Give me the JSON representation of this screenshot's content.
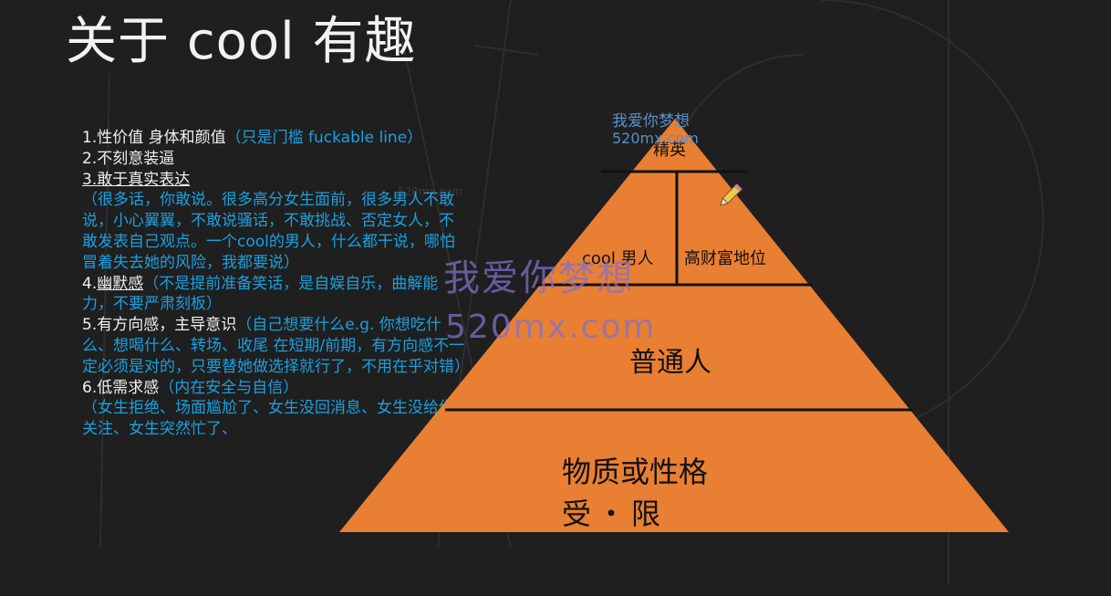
{
  "slide": {
    "title_prefix": "关于 ",
    "title_latin": "cool",
    "title_suffix": " 有趣"
  },
  "list": {
    "item1_label": "1.性价值 身体和颜值",
    "item1_note": "（只是门槛 fuckable line）",
    "item2_label": "2.不刻意装逼",
    "item3_label": "3.敢于真实表达",
    "item3_note": "（很多话，你敢说。很多高分女生面前，很多男人不敢说，小心翼翼，不敢说骚话，不敢挑战、否定女人，不敢发表自己观点。一个cool的男人，什么都干说，哪怕冒着失去她的风险，我都要说）",
    "item4_num": "4.",
    "item4_label": "幽默感",
    "item4_note": "（不是提前准备笑话，是自娱自乐，曲解能力，不要严肃刻板）",
    "item5_label": "5.有方向感，主导意识",
    "item5_note": "（自己想要什么e.g. 你想吃什么、想喝什么、转场、收尾 在短期/前期，有方向感不一定必须是对的，只要替她做选择就行了，不用在乎对错）",
    "item6_label": "6.低需求感",
    "item6_note": "（内在安全与自信）",
    "item6_note2": "（女生拒绝、场面尴尬了、女生没回消息、女生没给你关注、女生突然忙了、"
  },
  "pyramid": {
    "fill_color": "#e97f32",
    "line_color": "#111111",
    "top": "精英",
    "level2_left": "cool 男人",
    "level2_right": "高财富地位",
    "level3": "普通人",
    "bottom_line1": "物质或性格",
    "bottom_line2": "受・限"
  },
  "watermark": {
    "large_cn": "我爱你梦想",
    "large_url": "520mx.com",
    "small_cn": "我爱你梦想",
    "small_url": "520mx.com",
    "tiny_url": "520mx.com"
  }
}
